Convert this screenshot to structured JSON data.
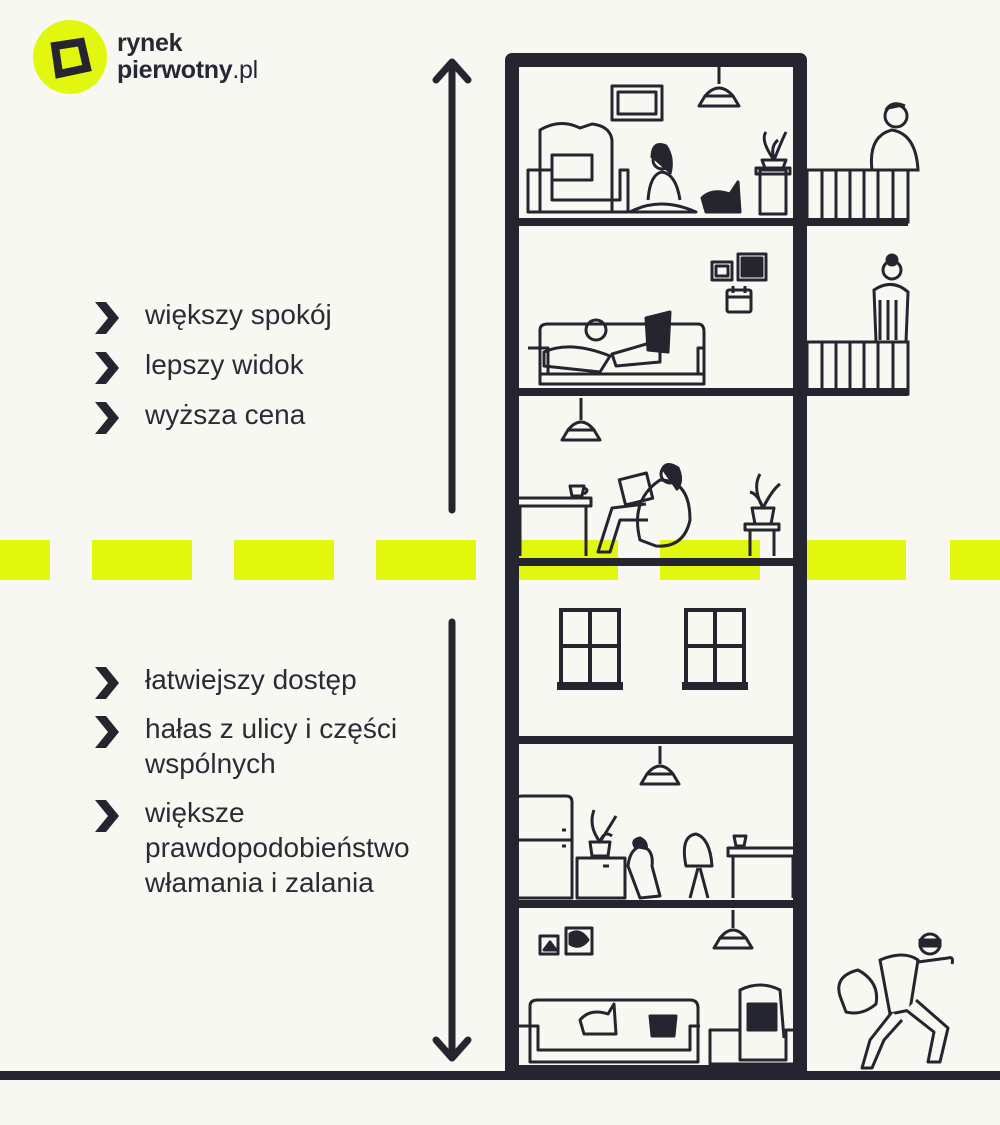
{
  "brand": {
    "line1": "rynek",
    "line2": "pierwotny",
    "domain": ".pl",
    "accent_color": "#e2f70e",
    "ink_color": "#24252f"
  },
  "upper_floors": {
    "points": [
      "większy spokój",
      "lepszy widok",
      "wyższa cena"
    ]
  },
  "lower_floors": {
    "points": [
      "łatwiejszy dostęp",
      "hałas z ulicy i części wspólnych",
      "większe prawdopodobieństwo włamania i zalania"
    ]
  },
  "icons": {
    "bullet": "chevron-right-icon",
    "arrow": "double-headed-vertical-arrow"
  }
}
